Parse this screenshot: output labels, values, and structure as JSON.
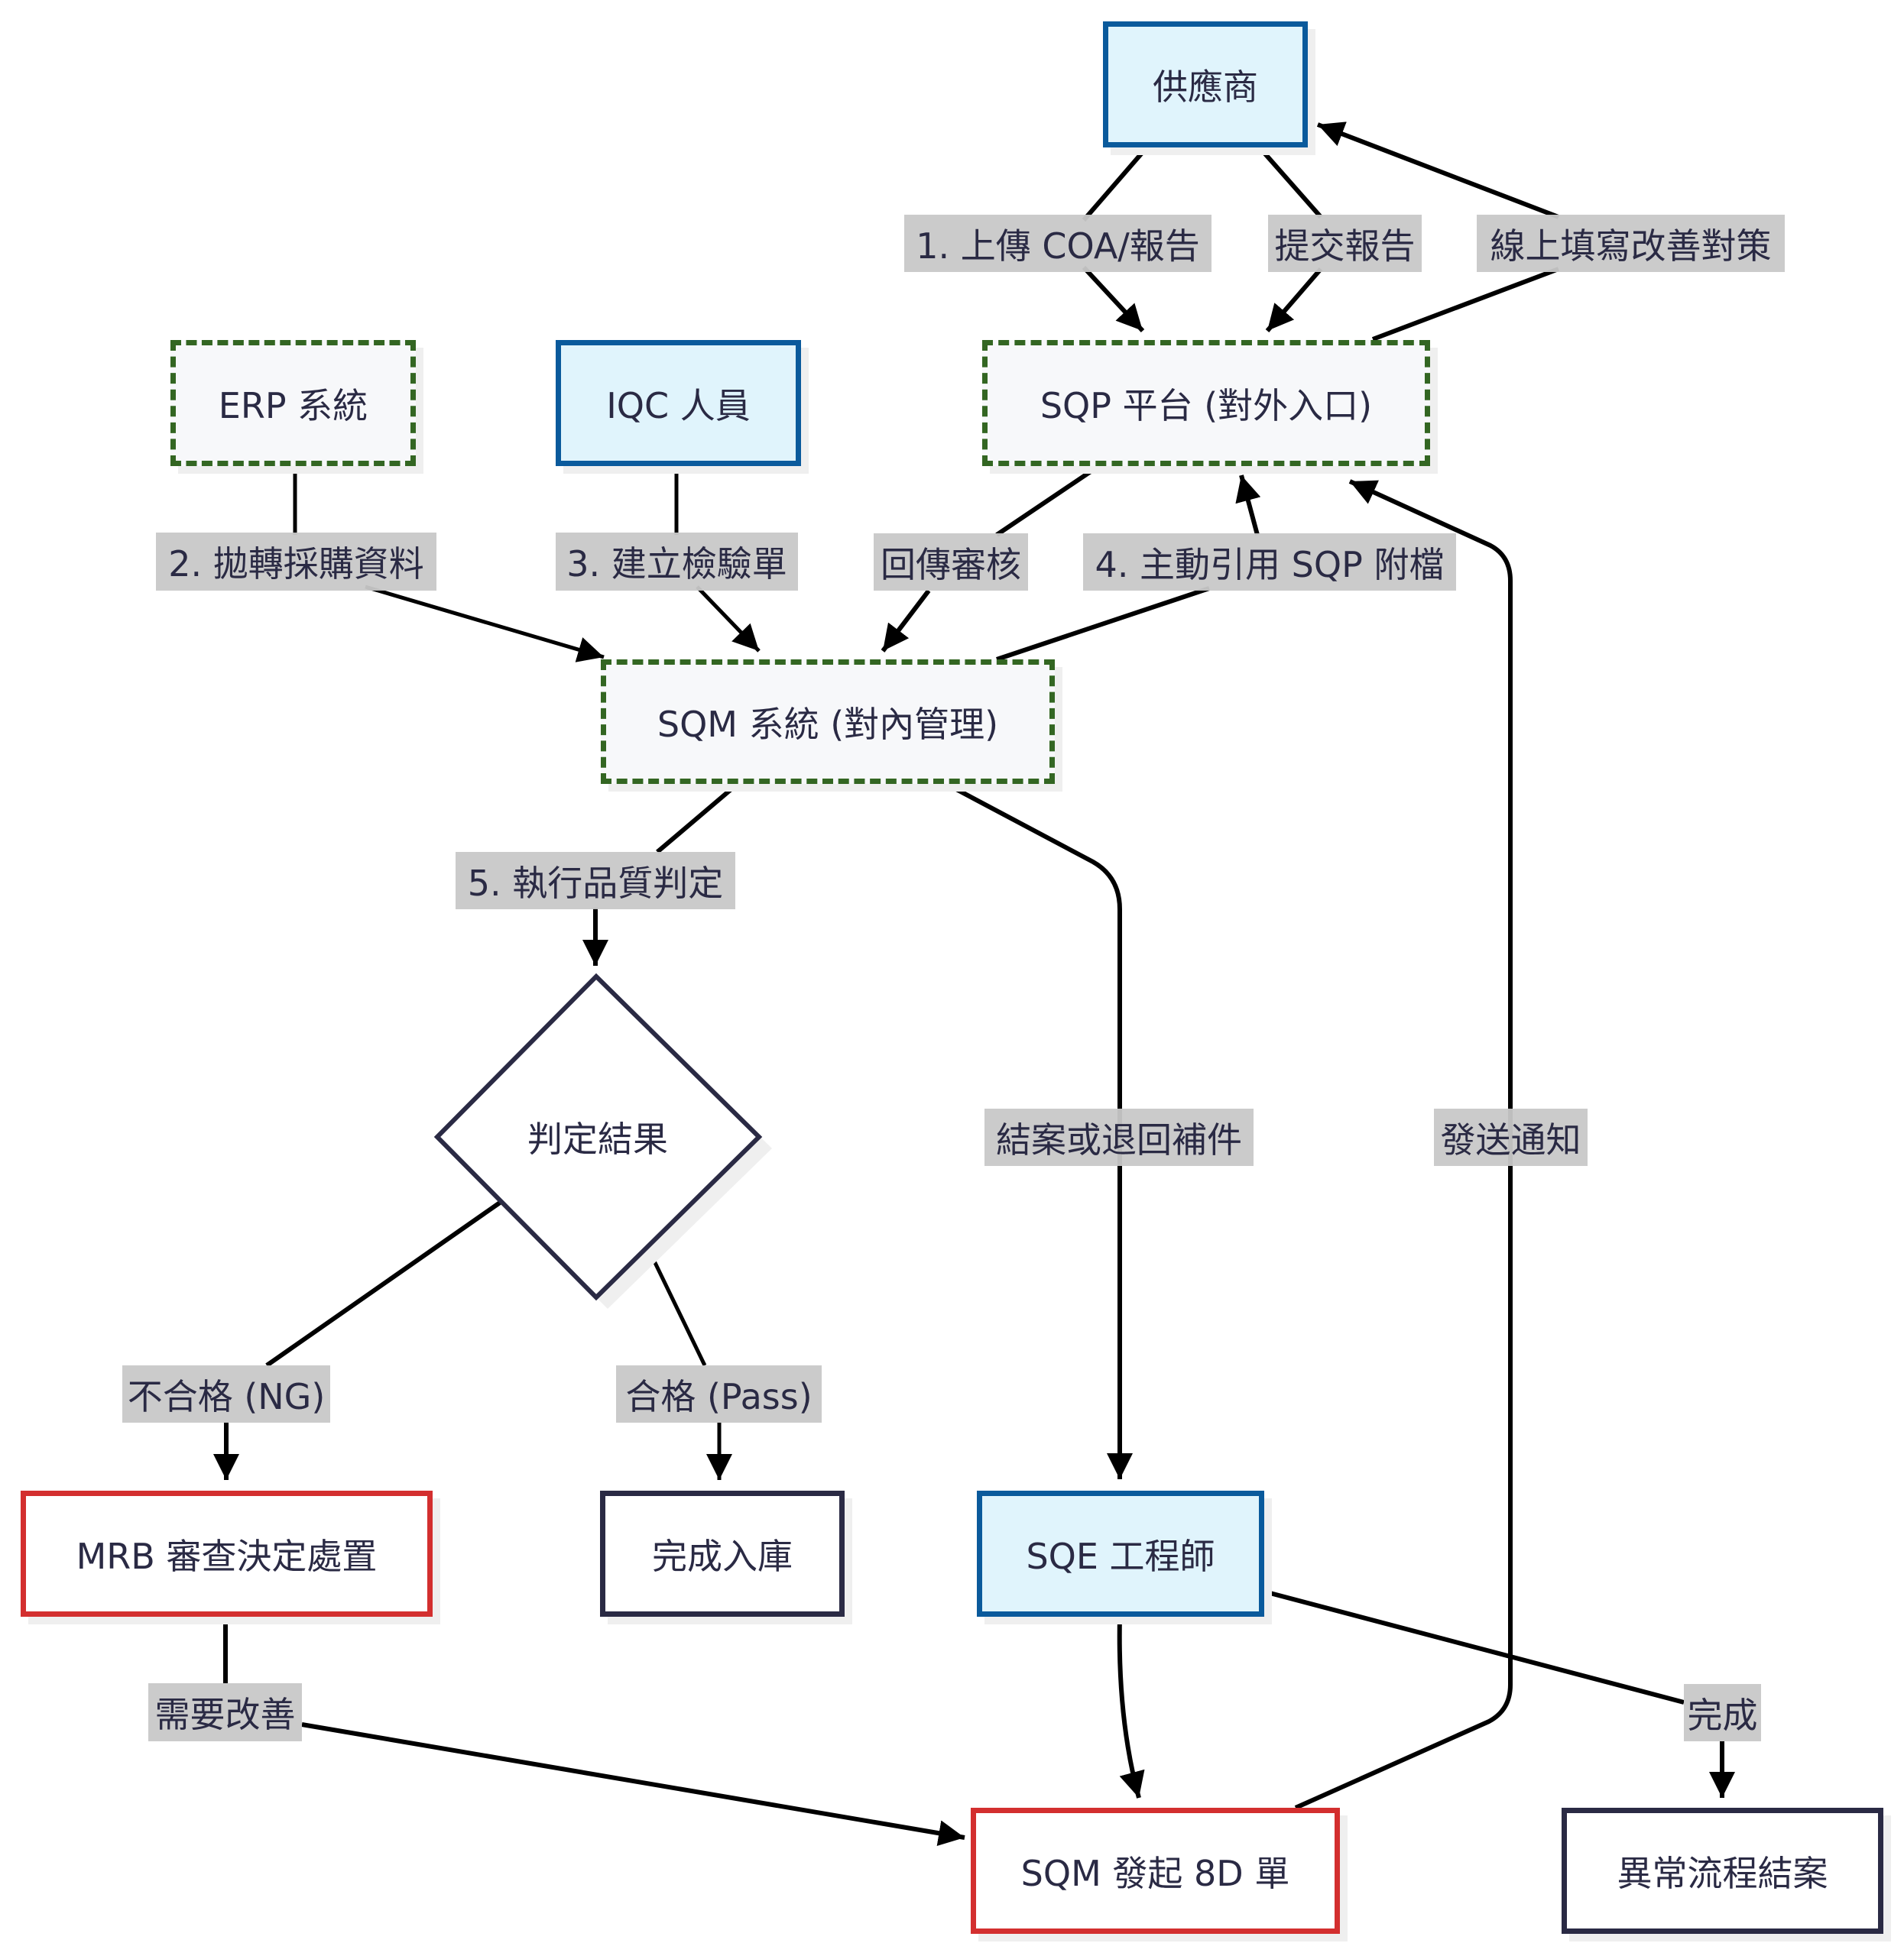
{
  "diagram": {
    "type": "flowchart",
    "colors": {
      "actor_fill": "#e0f4fc",
      "actor_border": "#0a5a9c",
      "system_fill": "#f7f8fa",
      "system_border": "#336622",
      "alert_border": "#d32f2f",
      "plain_border": "#2a2a44",
      "label_bg": "#cccccc",
      "text": "#2a2a44",
      "edge": "#000000"
    },
    "nodes": {
      "supplier": {
        "label": "供應商",
        "style": "actor"
      },
      "sqp": {
        "label": "SQP 平台 (對外入口)",
        "style": "system"
      },
      "erp": {
        "label": "ERP 系統",
        "style": "system"
      },
      "iqc": {
        "label": "IQC 人員",
        "style": "actor"
      },
      "sqm": {
        "label": "SQM 系統 (對內管理)",
        "style": "system"
      },
      "decision": {
        "label": "判定結果",
        "style": "decision"
      },
      "mrb": {
        "label": "MRB 審查決定處置",
        "style": "alert"
      },
      "stock": {
        "label": "完成入庫",
        "style": "plain"
      },
      "sqe": {
        "label": "SQE 工程師",
        "style": "actor"
      },
      "d8": {
        "label": "SQM 發起 8D 單",
        "style": "alert"
      },
      "close": {
        "label": "異常流程結案",
        "style": "plain"
      }
    },
    "edges": {
      "upload": {
        "from": "supplier",
        "to": "sqp",
        "label": "1. 上傳 COA/報告"
      },
      "submit": {
        "from": "supplier",
        "to": "sqp",
        "label": "提交報告"
      },
      "countermeasure": {
        "from": "sqp",
        "to": "supplier",
        "label": "線上填寫改善對策"
      },
      "transfer": {
        "from": "erp",
        "to": "sqm",
        "label": "2. 拋轉採購資料"
      },
      "inspection": {
        "from": "iqc",
        "to": "sqm",
        "label": "3. 建立檢驗單"
      },
      "review": {
        "from": "sqp",
        "to": "sqm",
        "label": "回傳審核"
      },
      "attach": {
        "from": "sqm",
        "to": "sqp",
        "label": "4. 主動引用 SQP 附檔"
      },
      "judge": {
        "from": "sqm",
        "to": "decision",
        "label": "5. 執行品質判定"
      },
      "closeout": {
        "from": "sqm",
        "to": "sqe",
        "label": "結案或退回補件"
      },
      "ng": {
        "from": "decision",
        "to": "mrb",
        "label": "不合格 (NG)"
      },
      "pass": {
        "from": "decision",
        "to": "stock",
        "label": "合格 (Pass)"
      },
      "improve": {
        "from": "mrb",
        "to": "d8",
        "label": "需要改善"
      },
      "sqe_d8": {
        "from": "sqe",
        "to": "d8",
        "label": ""
      },
      "notify": {
        "from": "d8",
        "to": "sqp",
        "label": "發送通知"
      },
      "done": {
        "from": "sqe",
        "to": "close",
        "label": "完成"
      }
    }
  }
}
